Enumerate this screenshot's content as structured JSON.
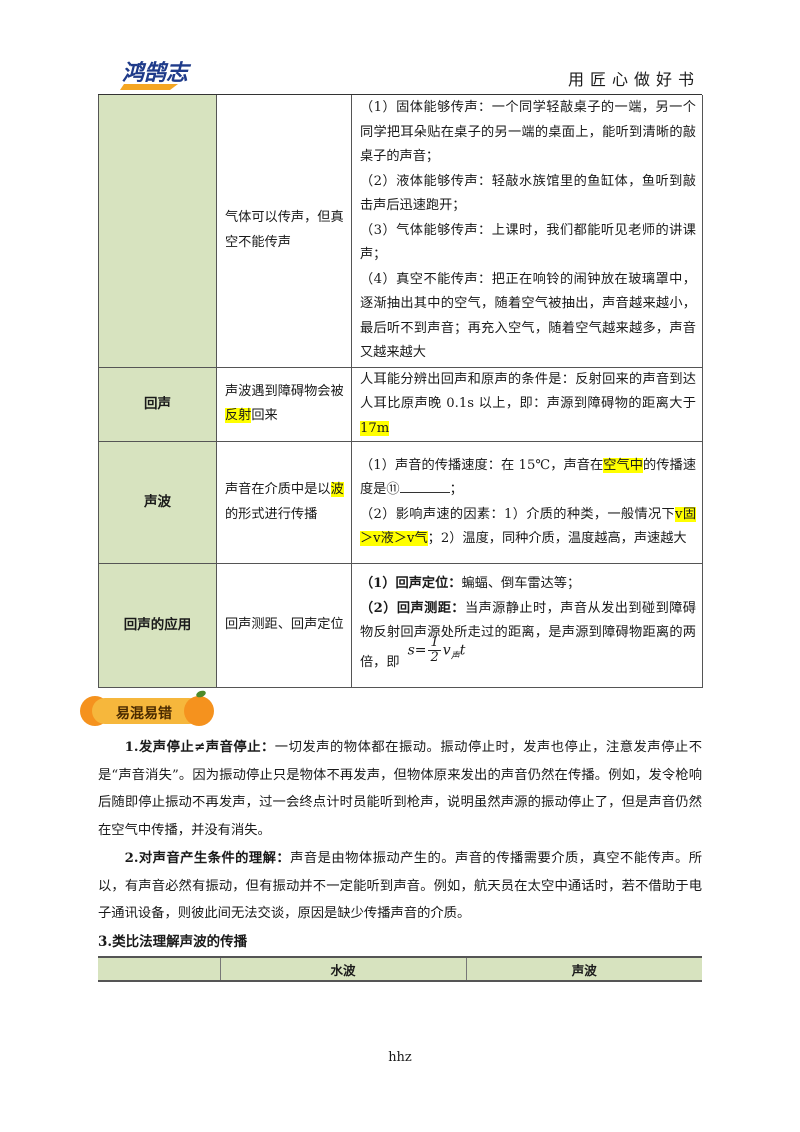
{
  "header": {
    "logo_text": "鸿鹄志",
    "slogan": "用匠心做好书"
  },
  "summary_table": {
    "rows": [
      {
        "topic": "",
        "content": "气体可以传声，但真空不能传声",
        "details": [
          "（1）固体能够传声：一个同学轻敲桌子的一端，另一个同学把耳朵贴在桌子的另一端的桌面上，能听到清晰的敲桌子的声音；",
          "（2）液体能够传声：轻敲水族馆里的鱼缸体，鱼听到敲击声后迅速跑开；",
          "（3）气体能够传声：上课时，我们都能听见老师的讲课声；",
          "（4）真空不能传声：把正在响铃的闹钟放在玻璃罩中，逐渐抽出其中的空气，随着空气被抽出，声音越来越小，最后听不到声音；再充入空气，随着空气越来越多，声音又越来越大"
        ]
      },
      {
        "topic": "回声",
        "content_pre": "声波遇到障碍物会被",
        "content_hl": "反射",
        "content_post": "回来",
        "detail_pre": "人耳能分辨出回声和原声的条件是：反射回来的声音到达人耳比原声晚 0.1s 以上，即：声源到障碍物的距离大于",
        "detail_hl": "17m"
      },
      {
        "topic": "声波",
        "content_pre": "声音在介质中是以",
        "content_hl": "波",
        "content_post": "的形式进行传播",
        "d1_pre": "（1）声音的传播速度：在 15℃，声音在",
        "d1_hl": "空气中",
        "d1_mid": "的传播速度是⑪",
        "d1_end": "；",
        "d2_pre": "（2）影响声速的因素：1）介质的种类，一般情况下",
        "d2_hl": "v固＞v液＞v气",
        "d2_post": "；2）温度，同种介质，温度越高，声速越大"
      },
      {
        "topic": "回声的应用",
        "content": "回声测距、回声定位",
        "d1_label": "（1）回声定位：",
        "d1_text": "蝙蝠、倒车雷达等；",
        "d2_label": "（2）回声测距：",
        "d2_text": "当声源静止时，声音从发出到碰到障碍物反射回声源处所走过的距离，是声源到障碍物距离的两倍，即",
        "formula": {
          "lhs": "s=",
          "numerator": "1",
          "denominator": "2",
          "rhs_v": "v",
          "rhs_sub": "声",
          "rhs_t": "t"
        }
      }
    ]
  },
  "badge": {
    "label": "易混易错"
  },
  "paragraphs": [
    {
      "title": "1.发声停止≠声音停止：",
      "body": "一切发声的物体都在振动。振动停止时，发声也停止，注意发声停止不是“声音消失”。因为振动停止只是物体不再发声，但物体原来发出的声音仍然在传播。例如，发令枪响后随即停止振动不再发声，过一会终点计时员能听到枪声，说明虽然声源的振动停止了，但是声音仍然在空气中传播，并没有消失。"
    },
    {
      "title": "2.对声音产生条件的理解：",
      "body": "声音是由物体振动产生的。声音的传播需要介质，真空不能传声。所以，有声音必然有振动，但有振动并不一定能听到声音。例如，航天员在太空中通话时，若不借助于电子通讯设备，则彼此间无法交谈，原因是缺少传播声音的介质。"
    },
    {
      "title": "3.类比法理解声波的传播",
      "body": ""
    }
  ],
  "compare_table": {
    "headers": [
      "",
      "水波",
      "声波"
    ]
  },
  "footer": {
    "text": "hhz"
  },
  "colors": {
    "table_header_bg": "#d7e3bf",
    "highlight": "#ffff00",
    "badge_orange": "#f5921e"
  }
}
